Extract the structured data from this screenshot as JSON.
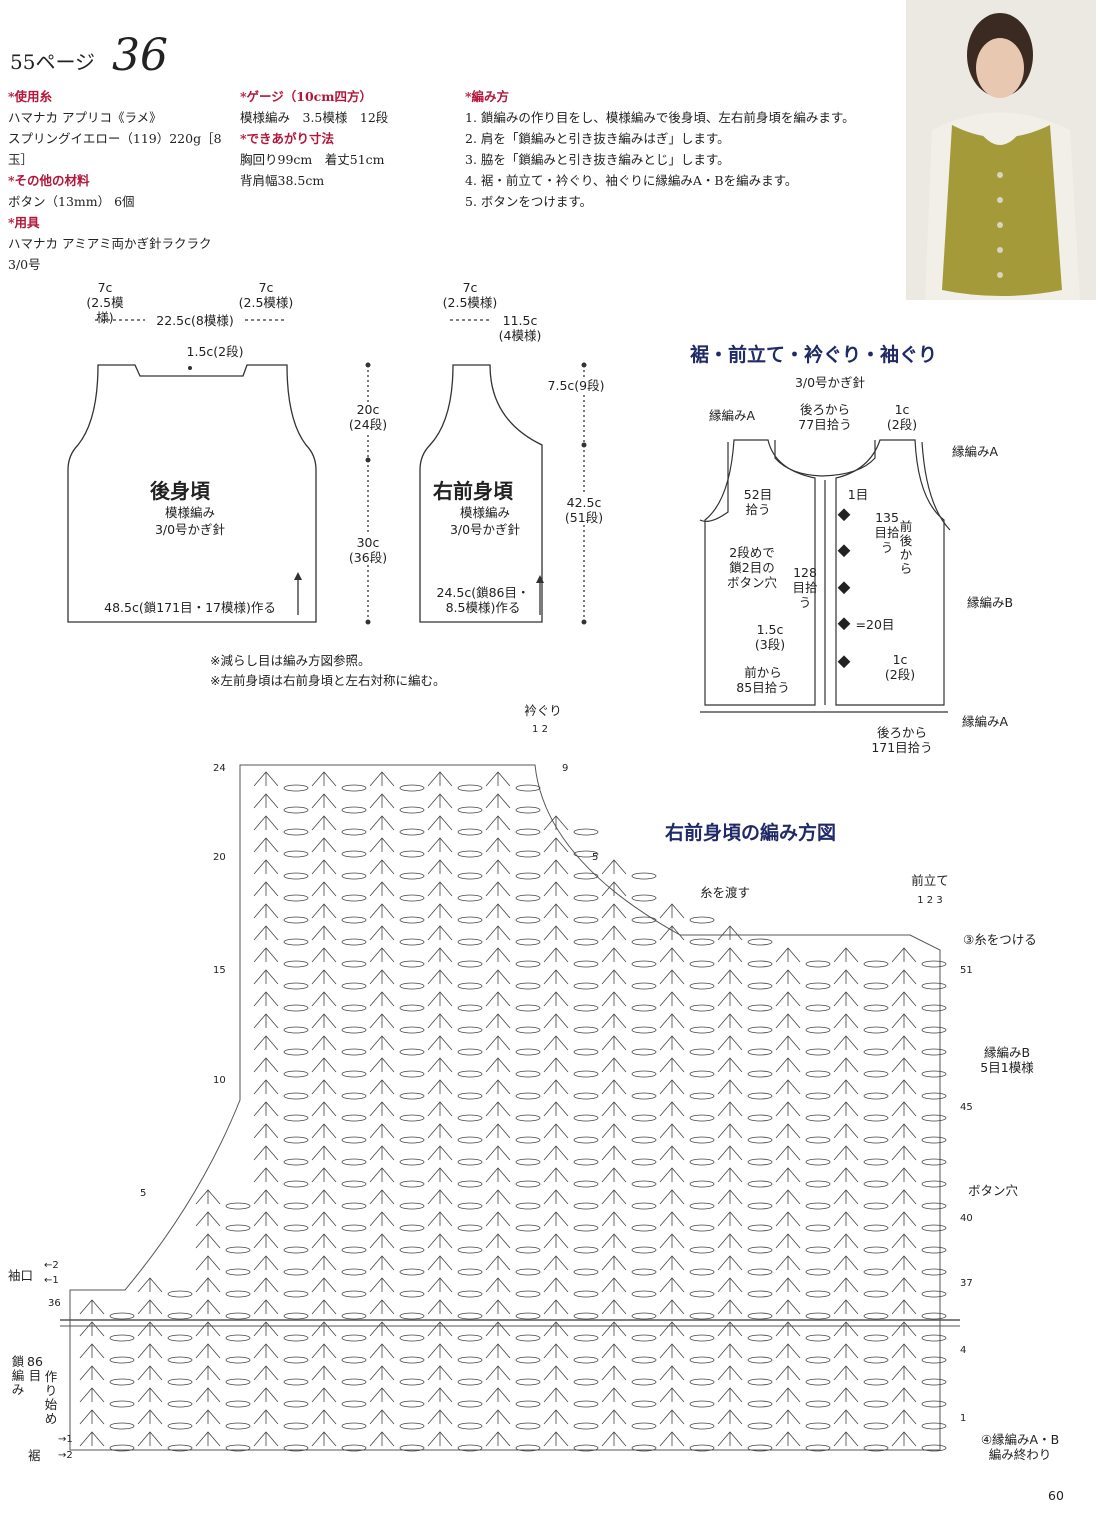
{
  "header": {
    "page_ref": "55ページ",
    "pattern_no": "36"
  },
  "materials": {
    "yarn_heading": "*使用糸",
    "yarn_lines": [
      "ハマナカ アプリコ《ラメ》",
      "スプリングイエロー（119）220g［8玉］"
    ],
    "other_heading": "*その他の材料",
    "other_lines": [
      "ボタン（13mm） 6個"
    ],
    "tools_heading": "*用具",
    "tools_lines": [
      "ハマナカ アミアミ両かぎ針ラクラク",
      "3/0号"
    ]
  },
  "gauge": {
    "heading": "*ゲージ（10cm四方）",
    "line": "模様編み　3.5模様　12段",
    "size_heading": "*できあがり寸法",
    "size_lines": [
      "胸回り99cm　着丈51cm",
      "背肩幅38.5cm"
    ]
  },
  "instructions": {
    "heading": "*編み方",
    "steps": [
      "1. 鎖編みの作り目をし、模様編みで後身頃、左右前身頃を編みます。",
      "2. 肩を「鎖編みと引き抜き編みはぎ」します。",
      "3. 脇を「鎖編みと引き抜き編みとじ」します。",
      "4. 裾・前立て・衿ぐり、袖ぐりに縁編みA・Bを編みます。",
      "5. ボタンをつけます。"
    ]
  },
  "back_piece": {
    "title": "後身頃",
    "stitch": "模様編み",
    "hook": "3/0号かぎ針",
    "top_left": "7c",
    "top_left_sub": "(2.5模様)",
    "top_center": "22.5c(8模様)",
    "top_right": "7c",
    "top_right_sub": "(2.5模様)",
    "neck_depth": "1.5c(2段)",
    "armhole_h": "20c",
    "armhole_rows": "(24段)",
    "body_h": "30c",
    "body_rows": "(36段)",
    "base": "48.5c(鎖171目・17模様)作る"
  },
  "front_piece": {
    "title": "右前身頃",
    "stitch": "模様編み",
    "hook": "3/0号かぎ針",
    "top_left": "7c",
    "top_left_sub": "(2.5模様)",
    "top_right": "11.5c",
    "top_right_sub": "(4模様)",
    "neck_depth": "7.5c(9段)",
    "total_h": "42.5c",
    "total_rows": "(51段)",
    "base_1": "24.5c(鎖86目・",
    "base_2": "8.5模様)作る"
  },
  "notes": [
    "※減らし目は編み方図参照。",
    "※左前身頃は右前身頃と左右対称に編む。"
  ],
  "edging": {
    "title": "裾・前立て・衿ぐり・袖ぐり",
    "hook": "3/0号かぎ針",
    "edge_a_1": "縁編みA",
    "edge_a_2": "縁編みA",
    "edge_a_3": "縁編みA",
    "edge_b": "縁編みB",
    "back_77_1": "後ろから",
    "back_77_2": "77目拾う",
    "one_c_top": "1c",
    "one_c_top_rows": "(2段)",
    "pick_52_1": "52目",
    "pick_52_2": "拾う",
    "first_st": "1目",
    "pick_135": "135目拾う",
    "front_back": "前後から",
    "buttonhole_1": "2段めで",
    "buttonhole_2": "鎖2目の",
    "buttonhole_3": "ボタン穴",
    "pick_128": "128目拾う",
    "eq20": "=20目",
    "one5c": "1.5c",
    "one5c_rows": "(3段)",
    "front_85_1": "前から",
    "front_85_2": "85目拾う",
    "one_c_bot": "1c",
    "one_c_bot_rows": "(2段)",
    "back_171_1": "後ろから",
    "back_171_2": "171目拾う"
  },
  "chart": {
    "title": "右前身頃の編み方図",
    "collar": "衿ぐり",
    "collar_nums": "1 2",
    "front_band": "前立て",
    "front_band_nums": "1 2 3",
    "pass_yarn": "糸を渡す",
    "attach_yarn": "③糸をつける",
    "edge_b_1": "縁編みB",
    "edge_b_2": "5目1模様",
    "buttonhole": "ボタン穴",
    "sleeve": "袖口",
    "start_1": "鎖編み",
    "start_2": "86目",
    "start_3": "作り始め",
    "hem": "裾",
    "finish_1": "④縁編みA・B",
    "finish_2": "編み終わり",
    "row_labels_left": [
      "24",
      "20",
      "15",
      "10",
      "5",
      "36",
      "9",
      "5"
    ],
    "row_labels_right": [
      "51",
      "45",
      "40",
      "37",
      "4",
      "1"
    ],
    "hem_rows": [
      "→1",
      "→2"
    ],
    "sleeve_rows": [
      "←2",
      "←1"
    ]
  },
  "page_number": "60"
}
